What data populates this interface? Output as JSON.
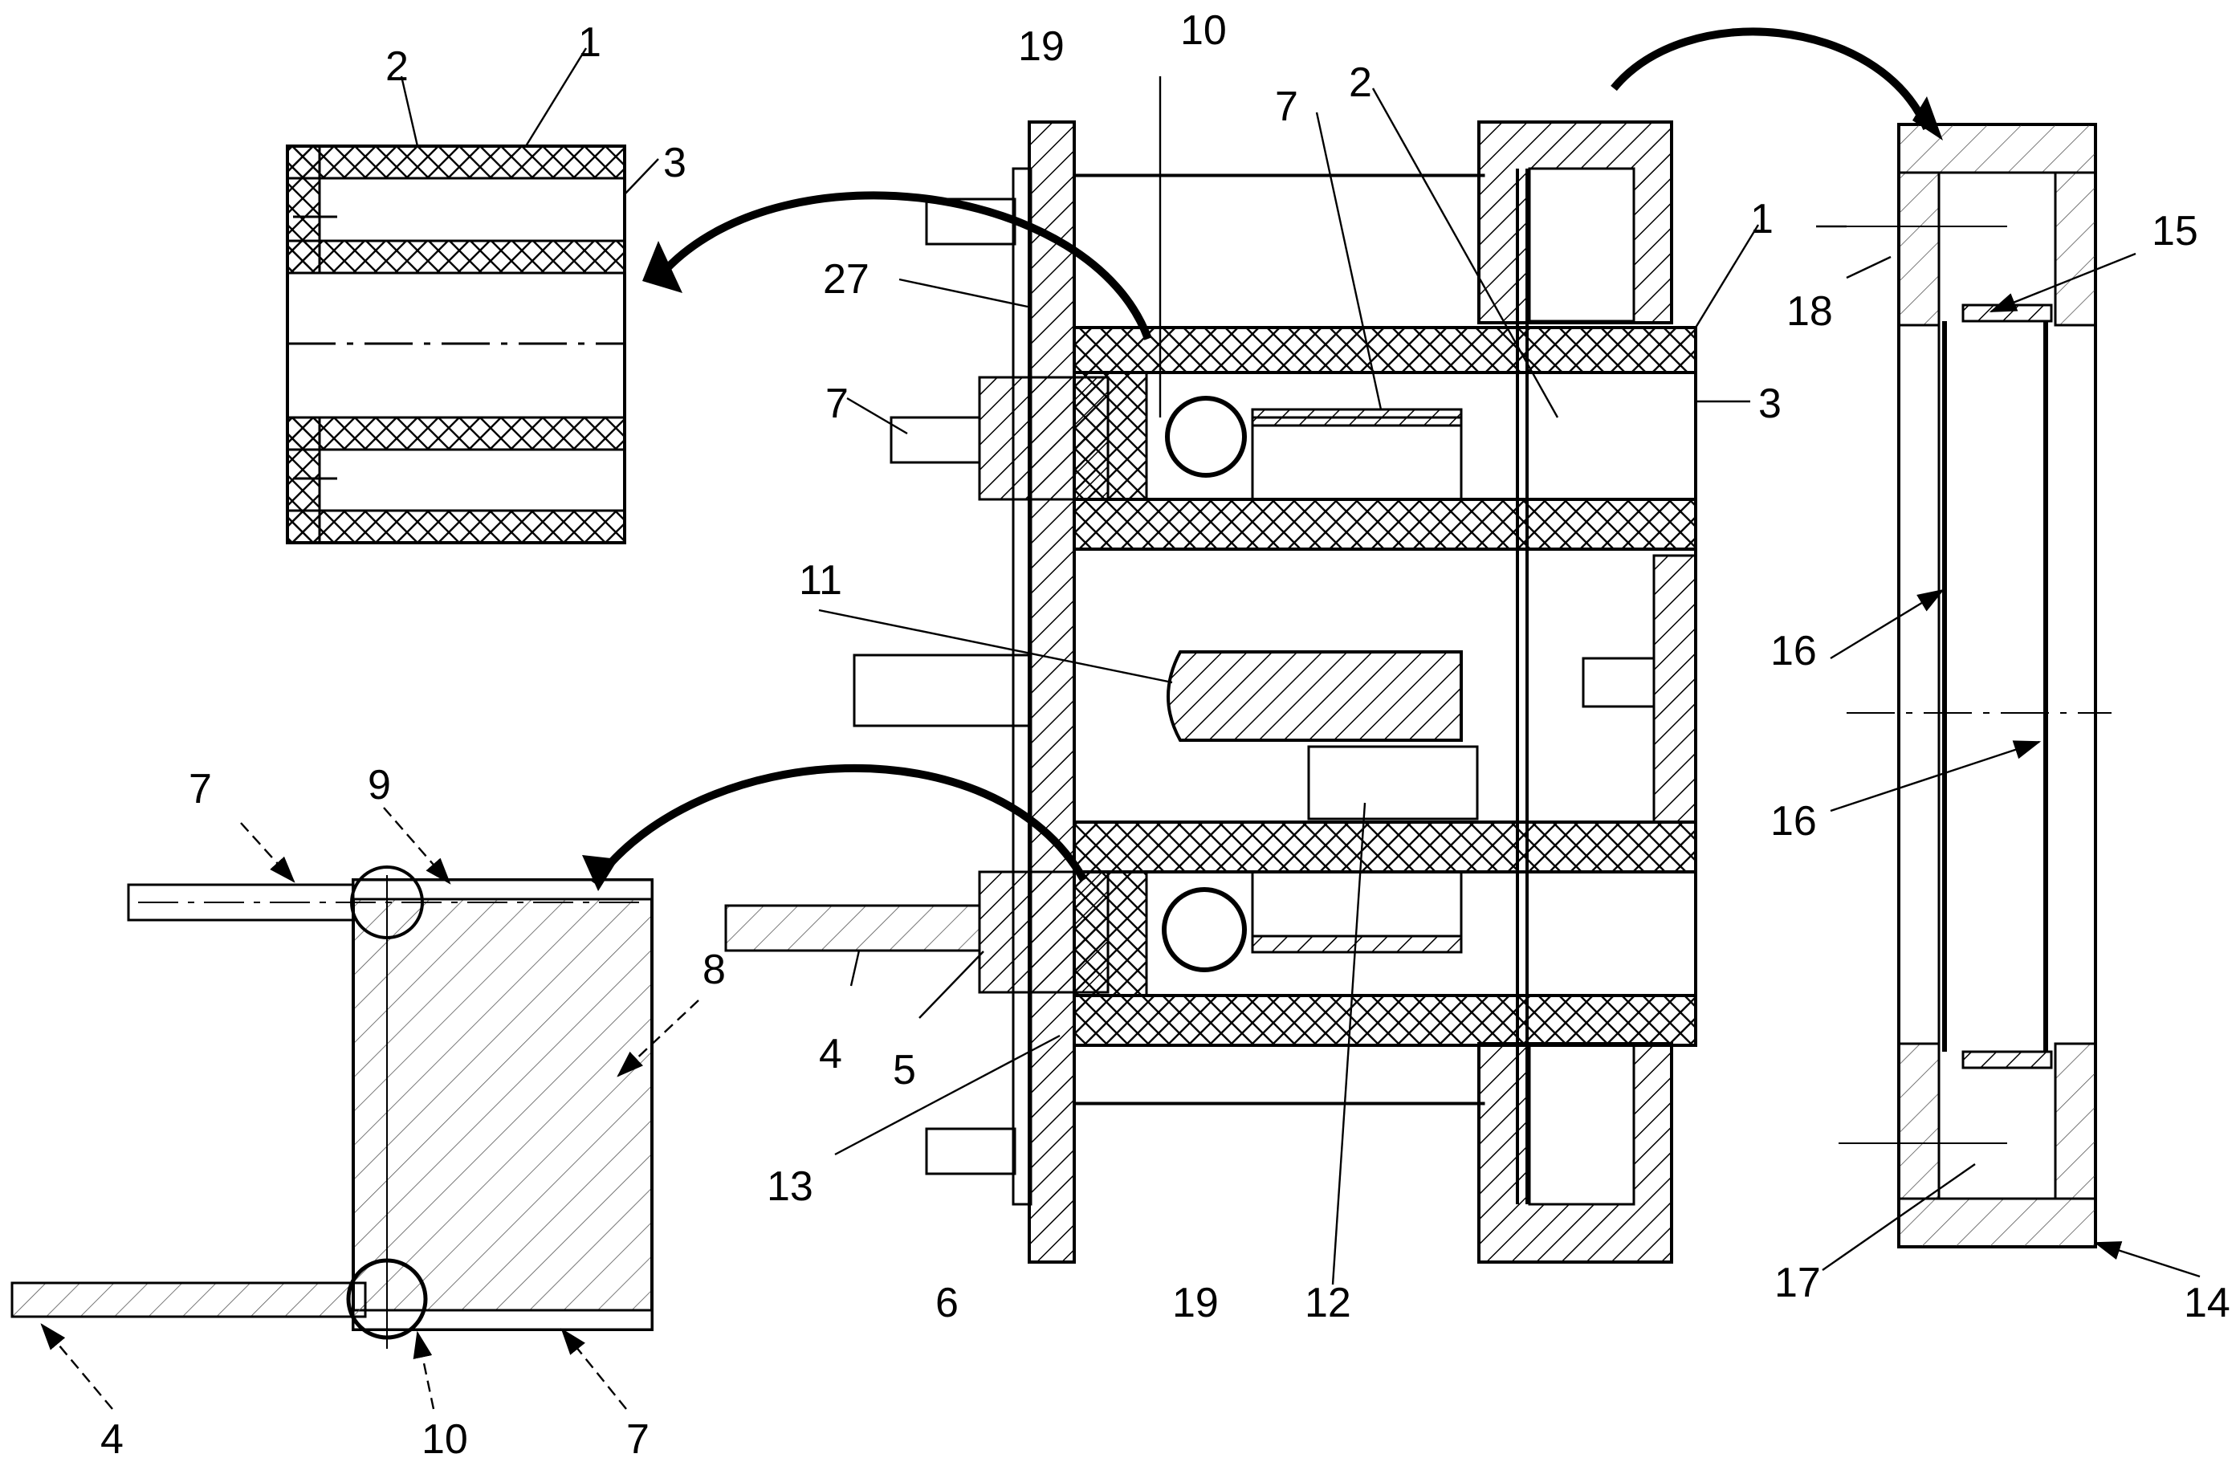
{
  "figure": {
    "labels": {
      "inset_left_1": "1",
      "inset_left_2": "2",
      "inset_left_3": "3",
      "main_19_top": "19",
      "main_10_top": "10",
      "main_7_top": "7",
      "main_2": "2",
      "main_1": "1",
      "main_3": "3",
      "main_27": "27",
      "main_7_left": "7",
      "main_11": "11",
      "main_4": "4",
      "main_5": "5",
      "main_13": "13",
      "main_6": "6",
      "main_19_bottom": "19",
      "main_12": "12",
      "right_15": "15",
      "right_18": "18",
      "right_16_upper": "16",
      "right_16_lower": "16",
      "right_17": "17",
      "right_14": "14",
      "bottom_7_top": "7",
      "bottom_9": "9",
      "bottom_8": "8",
      "bottom_4": "4",
      "bottom_10": "10",
      "bottom_7_bottom": "7"
    }
  }
}
